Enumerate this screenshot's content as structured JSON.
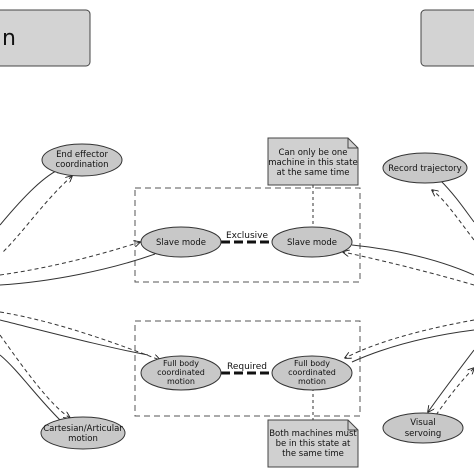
{
  "left_box": {
    "label": "n"
  },
  "right_box": {
    "label": ""
  },
  "states": {
    "end_effector": [
      "End effector",
      "coordination"
    ],
    "slave_left": [
      "Slave mode"
    ],
    "slave_right": [
      "Slave mode"
    ],
    "record": [
      "Record trajectory"
    ],
    "full_left": [
      "Full body",
      "coordinated",
      "motion"
    ],
    "full_right": [
      "Full body",
      "coordinated",
      "motion"
    ],
    "cartesian": [
      "Cartesian/Articular",
      "motion"
    ],
    "visual": [
      "Visual",
      "servoing"
    ]
  },
  "edges": {
    "exclusive": "Exclusive",
    "required": "Required"
  },
  "notes": {
    "top": [
      "Can only be one",
      "machine in this state",
      "at the same time"
    ],
    "bottom": [
      "Both machines must",
      "be in this state at",
      "the same time"
    ]
  },
  "colors": {
    "state_fill": "#c8c8c8",
    "box_fill": "#d3d3d3",
    "stroke": "#333333",
    "note_fill": "#d0d0d0"
  }
}
